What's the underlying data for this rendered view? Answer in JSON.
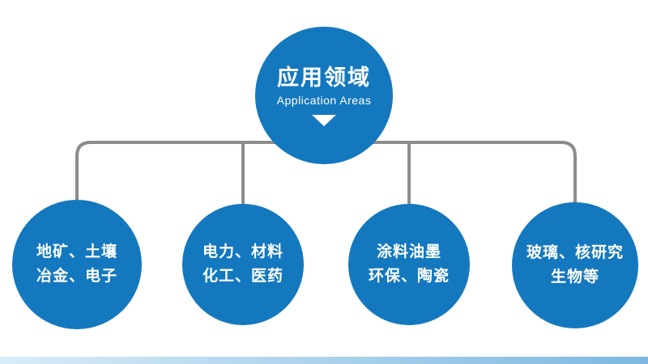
{
  "diagram": {
    "root": {
      "title": "应用领域",
      "subtitle": "Application Areas"
    },
    "nodes": [
      {
        "line1": "地矿、土壤",
        "line2": "冶金、电子"
      },
      {
        "line1": "电力、材料",
        "line2": "化工、医药"
      },
      {
        "line1": "涂料油墨",
        "line2": "环保、陶瓷"
      },
      {
        "line1": "玻璃、核研究",
        "line2": "生物等"
      }
    ],
    "colors": {
      "circle_blue": "#1478be",
      "connector_gray": "#8c8c8c",
      "footer_left": "#d9ecf8",
      "footer_right": "#7db8e0"
    }
  }
}
